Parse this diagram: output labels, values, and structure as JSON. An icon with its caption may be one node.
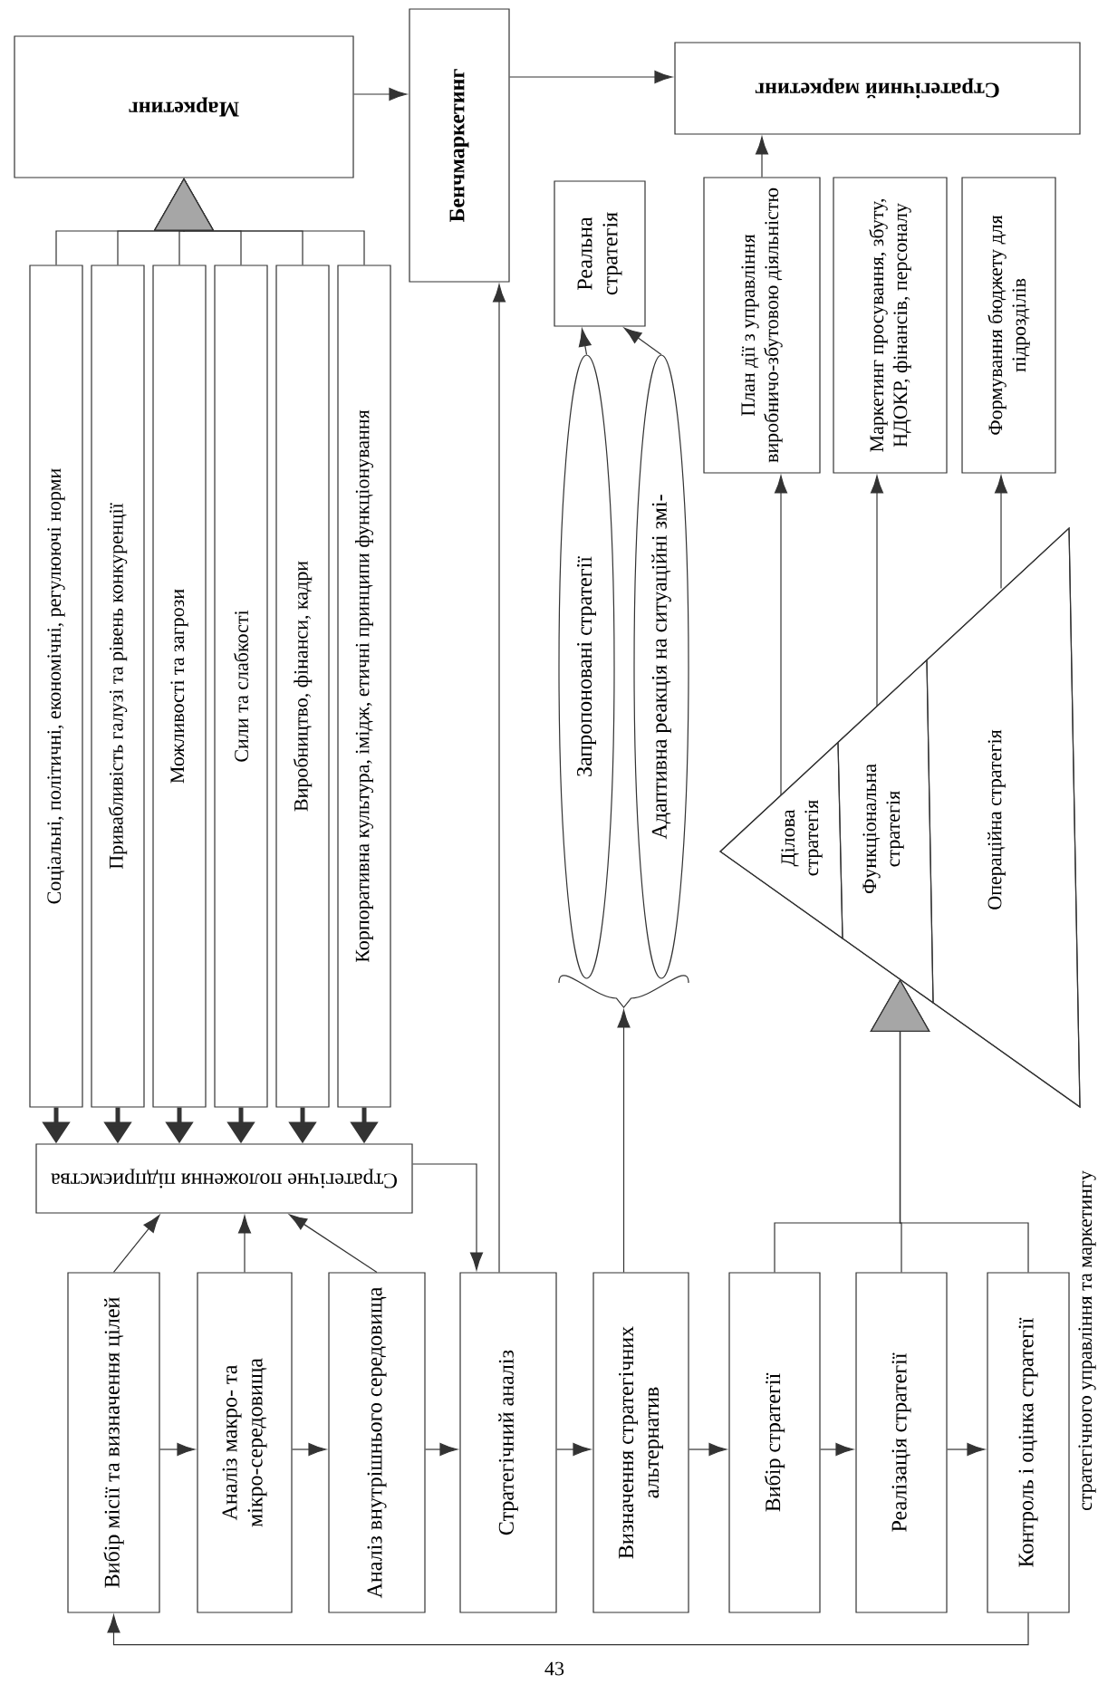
{
  "diagram": {
    "nodes": [
      {
        "text": [
          "Маркетинг"
        ]
      },
      {
        "text": [
          "Бенчмаркетинг"
        ]
      },
      {
        "text": [
          "Стратегічний маркетинг"
        ]
      },
      {
        "text": [
          "Соціальні, політичні, економічні, регулюючі норми"
        ]
      },
      {
        "text": [
          "Привабливість галузі та рівень конкуренції"
        ]
      },
      {
        "text": [
          "Можливості та загрози"
        ]
      },
      {
        "text": [
          "Сили та слабкості"
        ]
      },
      {
        "text": [
          "Виробництво, фінанси, кадри"
        ]
      },
      {
        "text": [
          "Корпоративна культура, імідж, етичні принципи функціонування"
        ]
      },
      {
        "text": [
          "Стратегічне положення підприємства"
        ]
      },
      {
        "text": [
          "Вибір місії та визначення цілей"
        ]
      },
      {
        "text": [
          "Аналіз макро- та мікро-середовища"
        ]
      },
      {
        "text": [
          "Аналіз внутрішнього середовища"
        ]
      },
      {
        "text": [
          "Стратегічний аналіз"
        ]
      },
      {
        "text": [
          "Визначення стратегічних альтернатив"
        ]
      },
      {
        "text": [
          "Вибір стратегії"
        ]
      },
      {
        "text": [
          "Реалізація стратегії"
        ]
      },
      {
        "text": [
          "Контроль і оцінка стратегії"
        ]
      },
      {
        "text": [
          "Реальна стратегія"
        ]
      },
      {
        "text": [
          "Запропоновані стратегії"
        ]
      },
      {
        "text": [
          "Адаптивна реакція на ситуаційні змі-"
        ]
      },
      {
        "text": [],
        "shape": "bracket"
      },
      {
        "text": [],
        "shape": "triangle"
      },
      {
        "text": [
          "Ділова стратегія"
        ],
        "in": 22
      },
      {
        "text": [
          "Функціональна стратегія"
        ],
        "in": 22
      },
      {
        "text": [
          "Операційна стратегія"
        ],
        "in": 22
      },
      {
        "text": [
          "План дії з управління виробничо-збутовою діяльністю"
        ]
      },
      {
        "text": [
          "Маркетинг просування, збуту, НДОКР, фінансів, персоналу"
        ]
      },
      {
        "text": [
          "Формування бюджету для підрозділів"
        ]
      }
    ],
    "edges": [
      {
        "from": 0,
        "to": 1,
        "arrow": "to"
      },
      {
        "from": 1,
        "to": 2,
        "arrow": "to"
      },
      {
        "from": 3,
        "to": 0,
        "arrow": "to"
      },
      {
        "from": 4,
        "to": 0,
        "arrow": "to"
      },
      {
        "from": 5,
        "to": 0,
        "arrow": "to"
      },
      {
        "from": 6,
        "to": 0,
        "arrow": "to"
      },
      {
        "from": 7,
        "to": 0,
        "arrow": "to"
      },
      {
        "from": 8,
        "to": 0,
        "arrow": "to"
      },
      {
        "from": 3,
        "to": 9,
        "arrow": "to",
        "style": "thick"
      },
      {
        "from": 4,
        "to": 9,
        "arrow": "to",
        "style": "thick"
      },
      {
        "from": 5,
        "to": 9,
        "arrow": "to",
        "style": "thick"
      },
      {
        "from": 6,
        "to": 9,
        "arrow": "to",
        "style": "thick"
      },
      {
        "from": 7,
        "to": 9,
        "arrow": "to",
        "style": "thick"
      },
      {
        "from": 8,
        "to": 9,
        "arrow": "to",
        "style": "thick"
      },
      {
        "from": 10,
        "to": 9,
        "arrow": "to"
      },
      {
        "from": 11,
        "to": 9,
        "arrow": "to"
      },
      {
        "from": 12,
        "to": 9,
        "arrow": "to"
      },
      {
        "from": 9,
        "to": 13,
        "arrow": "to"
      },
      {
        "from": 13,
        "to": 1,
        "arrow": "to"
      },
      {
        "from": 10,
        "to": 11,
        "arrow": "to"
      },
      {
        "from": 11,
        "to": 12,
        "arrow": "to"
      },
      {
        "from": 12,
        "to": 13,
        "arrow": "to"
      },
      {
        "from": 13,
        "to": 14,
        "arrow": "to"
      },
      {
        "from": 14,
        "to": 15,
        "arrow": "to"
      },
      {
        "from": 15,
        "to": 16,
        "arrow": "to"
      },
      {
        "from": 16,
        "to": 17,
        "arrow": "to"
      },
      {
        "from": 17,
        "to": 10,
        "arrow": "to"
      },
      {
        "from": 19,
        "to": 18,
        "arrow": "to"
      },
      {
        "from": 20,
        "to": 18,
        "arrow": "to"
      },
      {
        "from": 14,
        "to": 21,
        "arrow": "to"
      },
      {
        "from": 15,
        "to": 22,
        "arrow": "to"
      },
      {
        "from": 16,
        "to": 22,
        "arrow": "to"
      },
      {
        "from": 17,
        "to": 22,
        "arrow": "to"
      },
      {
        "from": 23,
        "to": 26,
        "arrow": "to"
      },
      {
        "from": 24,
        "to": 27,
        "arrow": "to"
      },
      {
        "from": 25,
        "to": 28,
        "arrow": "to"
      },
      {
        "from": 26,
        "to": 2,
        "arrow": "to"
      }
    ],
    "labels": [
      "43",
      "стратегічного управління та маркетингу"
    ]
  }
}
